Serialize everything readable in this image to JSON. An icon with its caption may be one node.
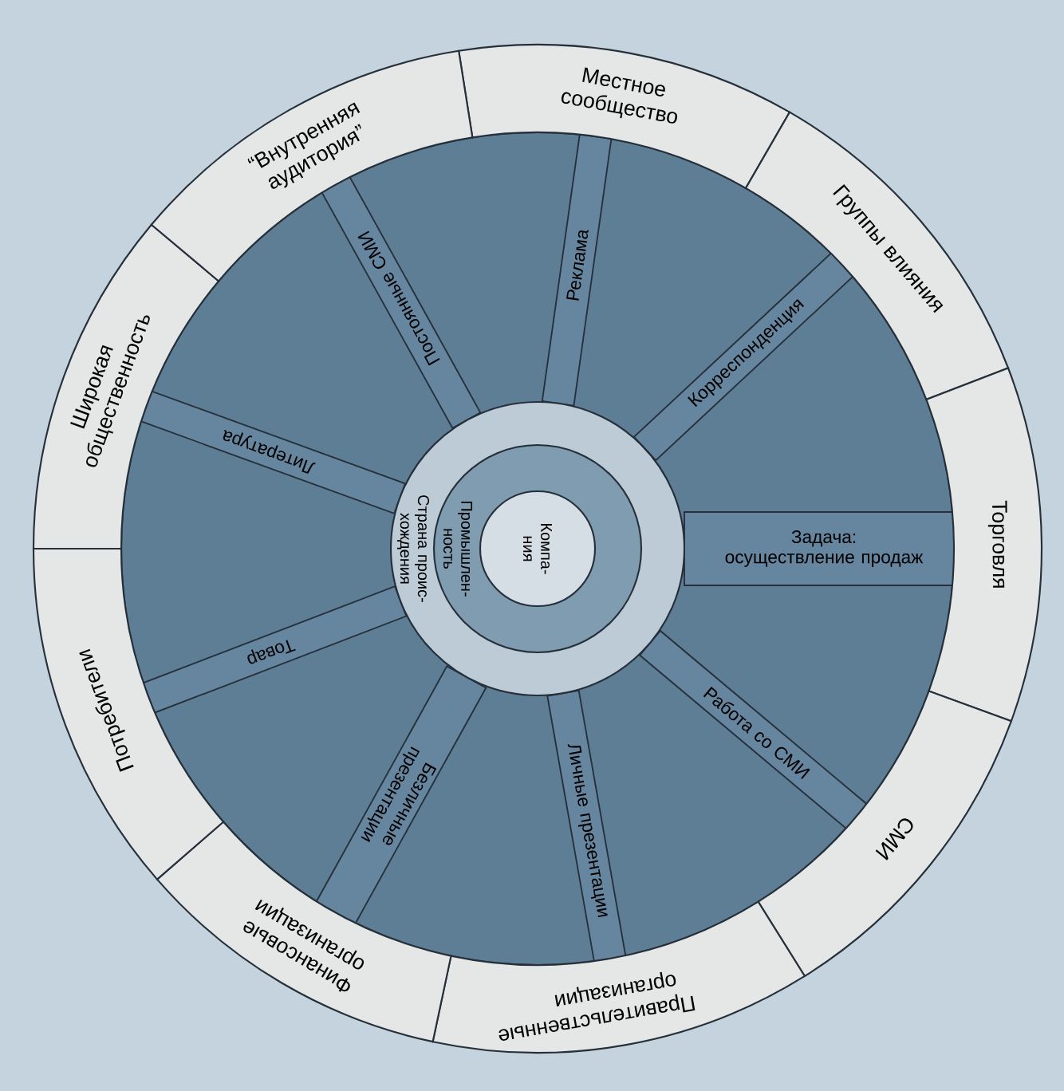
{
  "diagram": {
    "nodes": [
      {
        "text": [
          "Местное сообщество"
        ]
      },
      {
        "text": [
          "Группы влияния"
        ]
      },
      {
        "text": [
          "Торговля"
        ]
      },
      {
        "text": [
          "СМИ"
        ]
      },
      {
        "text": [
          "Правительственные организации"
        ]
      },
      {
        "text": [
          "Финансовые организации"
        ]
      },
      {
        "text": [
          "Потребители"
        ]
      },
      {
        "text": [
          "Широкая общественность"
        ]
      },
      {
        "text": [
          "“Внутренняя аудитория”"
        ]
      },
      {
        "text": [
          "Реклама"
        ]
      },
      {
        "text": [
          "Корреспонденция"
        ]
      },
      {
        "text": [
          "Задача: осуществление продаж"
        ]
      },
      {
        "text": [
          "Работа со СМИ"
        ]
      },
      {
        "text": [
          "Личные презентации"
        ]
      },
      {
        "text": [
          "Безличные презентации"
        ]
      },
      {
        "text": [
          "Товар"
        ]
      },
      {
        "text": [
          "Литература"
        ]
      },
      {
        "text": [
          "Постоянные СМИ"
        ]
      },
      {
        "text": [
          "Страна проис- хождения"
        ]
      },
      {
        "text": [
          "Промышлен- ность"
        ],
        "in": 18
      },
      {
        "text": [
          "Компа- ния"
        ],
        "in": 19
      }
    ]
  }
}
